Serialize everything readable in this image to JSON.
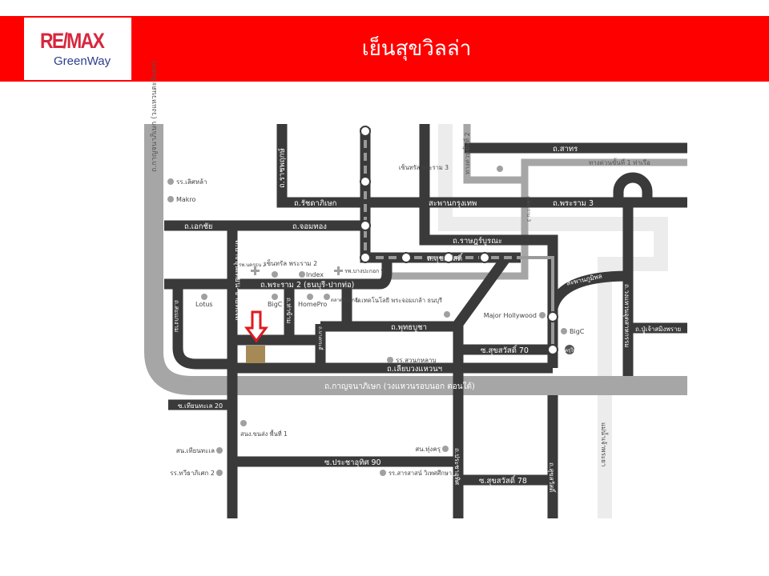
{
  "header": {
    "logo_main": "RE/MAX",
    "logo_sub": "GreenWay",
    "title": "เย็นสุขวิลล่า"
  },
  "colors": {
    "header_bg": "#ff0000",
    "road": "#3a3a3a",
    "expressway": "#a6a6a6",
    "river": "#ececec",
    "marker": "#e0191f"
  },
  "map": {
    "roads": {
      "ekkachai": "ถ.เอกชัย",
      "chomthong": "ถ.จอมทอง",
      "ratchadaphisek": "ถ.รัชดาภิเษก",
      "ratchaphruek": "ถ.ราชพฤกษ์",
      "krungthep_bridge": "สะพานกรุงเทพ",
      "rama3": "ถ.พระราม 3",
      "sathorn": "ถ.สาทร",
      "expressway1": "ทางด่วนขั้นที่ 1 ท่าเรือ",
      "expressway2": "ทางด่วนขั้นที่ 2",
      "rama3_short": "ถ.พระราม 3",
      "ratburana": "ถ.ราษฎร์บูรณะ",
      "suksawat": "ถ.สุขสวัสดิ์",
      "rama2": "ถ.พระราม 2 (ธนบุรี-ปากท่อ)",
      "bangkhunthian": "ถ.บางขุนเทียน-ชายทะเล",
      "kanchanaphisek_west": "ถ.กาญจนาภิเษก (วงแหวนตะวันตก)",
      "sakaengam": "ถ.สะแกงาม",
      "thakham": "ถ.ท่าข้าม",
      "bangkradi": "ถ.บางกระดี่",
      "phutthabucha": "ถ.พุทธบูชา",
      "liapwongwaen": "ถ.เลียบวงแหวนฯ",
      "kanchanaphisek_south": "ถ.กาญจนาภิเษก (วงแหวนรอบนอก ตอนใต้)",
      "suksawat70": "ซ.สุขสวัสดิ์ 70",
      "bhumibol_bridge": "สะพานภูมิพล",
      "industrial_ring": "ถ.วงแหวนอุตสาหกรรม",
      "pujaosamingprai": "ถ.ปู่เจ้าสมิงพราย",
      "thianthale20": "ซ.เทียนทะเล 20",
      "prachauthit90": "ซ.ประชาอุทิศ 90",
      "prachauthit": "ถ.ประชาอุทิศ",
      "suksawat78": "ซ.สุขสวัสดิ์ 78",
      "suksawat_lower": "ถ.สุขสวัสดิ์",
      "chao_phraya": "แม่น้ำเจ้าพระยา"
    },
    "places": {
      "school_top": "รร.เลิศหล้า",
      "makro": "Makro",
      "hospital_nakhonthon": "รพ.นครธน 2",
      "central_rama2": "เซ็นทรัล พระราม 2",
      "index": "Index",
      "hospital_bangpakok": "รพ.บางปะกอก 9",
      "lotus": "Lotus",
      "bigc_left": "BigC",
      "homepro": "HomePro",
      "market": "ตลาดโรงเกลือ",
      "central_rama3": "เซ็นทรัล พระราม 3",
      "kmutt": "ม.เทคโนโลยี พระจอมเกล้า ธนบุรี",
      "major": "Major Hollywood",
      "bigc_right": "BigC",
      "depot": "ครุใน",
      "school_suan": "รร.สวนกุหลาบ",
      "sanamkhet": "สนง.ขนส่ง พื้นที่ 1",
      "district_thianthale": "สน.เทียนทะเล",
      "school_thawee": "รร.ทวีธาภิเศก 2",
      "police_thungkru": "สน.ทุ่งครุ",
      "school_sarasas": "รร.สารสาสน์ วิเทศศึกษา"
    },
    "metro_icon": "metro-station-icon",
    "site_marker": "red-arrow-down-icon"
  }
}
